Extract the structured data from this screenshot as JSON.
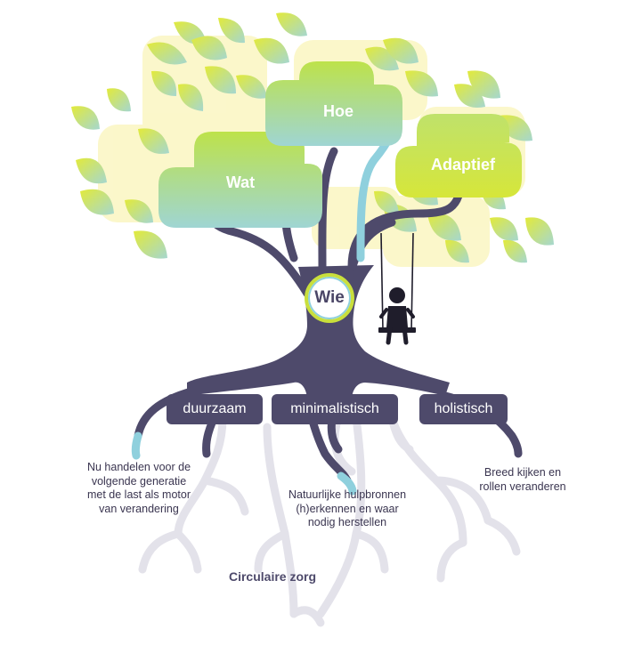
{
  "canopy": {
    "wat": "Wat",
    "hoe": "Hoe",
    "adaptief": "Adaptief"
  },
  "center": {
    "label": "Wie"
  },
  "roots": [
    {
      "tag": "duurzaam",
      "note": [
        "Nu handelen voor de",
        "volgende generatie",
        "met de last als motor",
        "van verandering"
      ]
    },
    {
      "tag": "minimalistisch",
      "note": [
        "Natuurlijke hulpbronnen",
        "(h)erkennen en waar",
        "nodig herstellen"
      ]
    },
    {
      "tag": "holistisch",
      "note": [
        "Breed kijken en",
        "rollen veranderen"
      ]
    }
  ],
  "footer": {
    "label": "Circulaire zorg"
  },
  "colors": {
    "trunk": "#4e4a6b",
    "leaf_green": "#c9df3c",
    "leaf_teal": "#8fd0dd",
    "canopy_glow": "#fbf7c8",
    "faint_roots": "#e3e2ea"
  },
  "icons": {
    "swing_child": "child-on-swing-icon"
  }
}
